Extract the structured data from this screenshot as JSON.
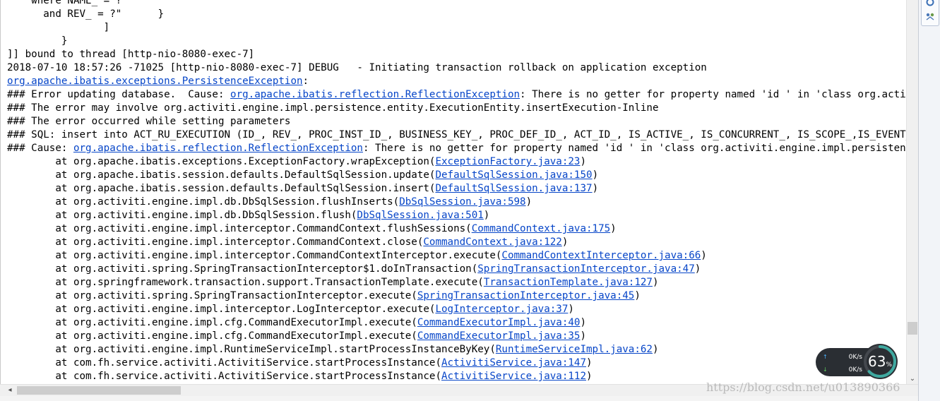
{
  "console": {
    "lines": [
      {
        "segments": [
          {
            "text": "    where NAME_ = ?"
          }
        ]
      },
      {
        "segments": [
          {
            "text": "      and REV_ = ?\"      }"
          }
        ]
      },
      {
        "segments": [
          {
            "text": "                ]"
          }
        ]
      },
      {
        "segments": [
          {
            "text": "         }"
          }
        ]
      },
      {
        "segments": [
          {
            "text": "]] bound to thread [http-nio-8080-exec-7]"
          }
        ]
      },
      {
        "segments": [
          {
            "text": "2018-07-10 18:57:26 -71025 [http-nio-8080-exec-7] DEBUG   - Initiating transaction rollback on application exception"
          }
        ]
      },
      {
        "segments": [
          {
            "text": "org.apache.ibatis.exceptions.PersistenceException",
            "link": true
          },
          {
            "text": ":"
          }
        ]
      },
      {
        "segments": [
          {
            "text": "### Error updating database.  Cause: "
          },
          {
            "text": "org.apache.ibatis.reflection.ReflectionException",
            "link": true
          },
          {
            "text": ": There is no getter for property named 'id ' in 'class org.activiti.engine.impl.persistence.entity.ExecutionEntity'"
          }
        ]
      },
      {
        "segments": [
          {
            "text": "### The error may involve org.activiti.engine.impl.persistence.entity.ExecutionEntity.insertExecution-Inline"
          }
        ]
      },
      {
        "segments": [
          {
            "text": "### The error occurred while setting parameters"
          }
        ]
      },
      {
        "segments": [
          {
            "text": "### SQL: insert into ACT_RU_EXECUTION (ID_, REV_, PROC_INST_ID_, BUSINESS_KEY_, PROC_DEF_ID_, ACT_ID_, IS_ACTIVE_, IS_CONCURRENT_, IS_SCOPE_,IS_EVENT_SCOPE_, PARENT_ID_"
          }
        ]
      },
      {
        "segments": [
          {
            "text": "### Cause: "
          },
          {
            "text": "org.apache.ibatis.reflection.ReflectionException",
            "link": true
          },
          {
            "text": ": There is no getter for property named 'id ' in 'class org.activiti.engine.impl.persistence.entity.ExecutionEntity'"
          }
        ]
      },
      {
        "segments": [
          {
            "text": "        at org.apache.ibatis.exceptions.ExceptionFactory.wrapException("
          },
          {
            "text": "ExceptionFactory.java:23",
            "link": true
          },
          {
            "text": ")"
          }
        ]
      },
      {
        "segments": [
          {
            "text": "        at org.apache.ibatis.session.defaults.DefaultSqlSession.update("
          },
          {
            "text": "DefaultSqlSession.java:150",
            "link": true
          },
          {
            "text": ")"
          }
        ]
      },
      {
        "segments": [
          {
            "text": "        at org.apache.ibatis.session.defaults.DefaultSqlSession.insert("
          },
          {
            "text": "DefaultSqlSession.java:137",
            "link": true
          },
          {
            "text": ")"
          }
        ]
      },
      {
        "segments": [
          {
            "text": "        at org.activiti.engine.impl.db.DbSqlSession.flushInserts("
          },
          {
            "text": "DbSqlSession.java:598",
            "link": true
          },
          {
            "text": ")"
          }
        ]
      },
      {
        "segments": [
          {
            "text": "        at org.activiti.engine.impl.db.DbSqlSession.flush("
          },
          {
            "text": "DbSqlSession.java:501",
            "link": true
          },
          {
            "text": ")"
          }
        ]
      },
      {
        "segments": [
          {
            "text": "        at org.activiti.engine.impl.interceptor.CommandContext.flushSessions("
          },
          {
            "text": "CommandContext.java:175",
            "link": true
          },
          {
            "text": ")"
          }
        ]
      },
      {
        "segments": [
          {
            "text": "        at org.activiti.engine.impl.interceptor.CommandContext.close("
          },
          {
            "text": "CommandContext.java:122",
            "link": true
          },
          {
            "text": ")"
          }
        ]
      },
      {
        "segments": [
          {
            "text": "        at org.activiti.engine.impl.interceptor.CommandContextInterceptor.execute("
          },
          {
            "text": "CommandContextInterceptor.java:66",
            "link": true
          },
          {
            "text": ")"
          }
        ]
      },
      {
        "segments": [
          {
            "text": "        at org.activiti.spring.SpringTransactionInterceptor$1.doInTransaction("
          },
          {
            "text": "SpringTransactionInterceptor.java:47",
            "link": true
          },
          {
            "text": ")"
          }
        ]
      },
      {
        "segments": [
          {
            "text": "        at org.springframework.transaction.support.TransactionTemplate.execute("
          },
          {
            "text": "TransactionTemplate.java:127",
            "link": true
          },
          {
            "text": ")"
          }
        ]
      },
      {
        "segments": [
          {
            "text": "        at org.activiti.spring.SpringTransactionInterceptor.execute("
          },
          {
            "text": "SpringTransactionInterceptor.java:45",
            "link": true
          },
          {
            "text": ")"
          }
        ]
      },
      {
        "segments": [
          {
            "text": "        at org.activiti.engine.impl.interceptor.LogInterceptor.execute("
          },
          {
            "text": "LogInterceptor.java:37",
            "link": true
          },
          {
            "text": ")"
          }
        ]
      },
      {
        "segments": [
          {
            "text": "        at org.activiti.engine.impl.cfg.CommandExecutorImpl.execute("
          },
          {
            "text": "CommandExecutorImpl.java:40",
            "link": true
          },
          {
            "text": ")"
          }
        ]
      },
      {
        "segments": [
          {
            "text": "        at org.activiti.engine.impl.cfg.CommandExecutorImpl.execute("
          },
          {
            "text": "CommandExecutorImpl.java:35",
            "link": true
          },
          {
            "text": ")"
          }
        ]
      },
      {
        "segments": [
          {
            "text": "        at org.activiti.engine.impl.RuntimeServiceImpl.startProcessInstanceByKey("
          },
          {
            "text": "RuntimeServiceImpl.java:62",
            "link": true
          },
          {
            "text": ")"
          }
        ]
      },
      {
        "segments": [
          {
            "text": "        at com.fh.service.activiti.ActivitiService.startProcessInstance("
          },
          {
            "text": "ActivitiService.java:147",
            "link": true
          },
          {
            "text": ")"
          }
        ]
      },
      {
        "segments": [
          {
            "text": "        at com.fh.service.activiti.ActivitiService.startProcessInstance("
          },
          {
            "text": "ActivitiService.java:112",
            "link": true
          },
          {
            "text": ")"
          }
        ]
      }
    ]
  },
  "scrollbars": {
    "vertical_down_glyph": "⌄",
    "horizontal_left_glyph": "◂"
  },
  "net_widget": {
    "upload_arrow": "↑",
    "download_arrow": "↓",
    "upload_speed": "0K/s",
    "download_speed": "0K/s",
    "percent": "63",
    "percent_sign": "%",
    "percent_fraction": 0.63,
    "ring_color": "#3fa9a0"
  },
  "watermark": "https://blog.csdn.net/u013890366",
  "colors": {
    "link": "#0645c8",
    "text": "#000000",
    "widget_bg": "#2a2e33"
  }
}
